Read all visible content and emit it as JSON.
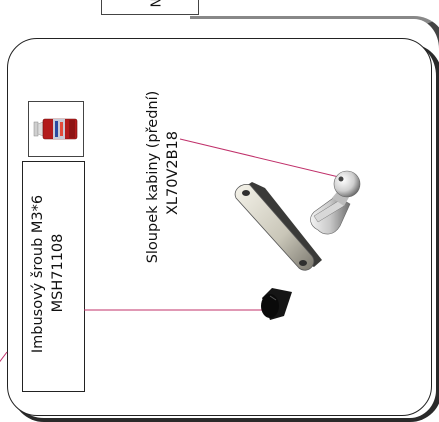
{
  "top_tab": {
    "label": "N"
  },
  "cabin_post": {
    "name": "Sloupek kabiny (přední)",
    "code": "XL70V2B18"
  },
  "screw": {
    "name": "Imbusový šroub M3*6",
    "code": "MSH71108"
  },
  "threadlocker": {
    "icon": "threadlocker-bottle-icon"
  },
  "colors": {
    "leader_line": "#c0306a",
    "frame": "#222222"
  }
}
